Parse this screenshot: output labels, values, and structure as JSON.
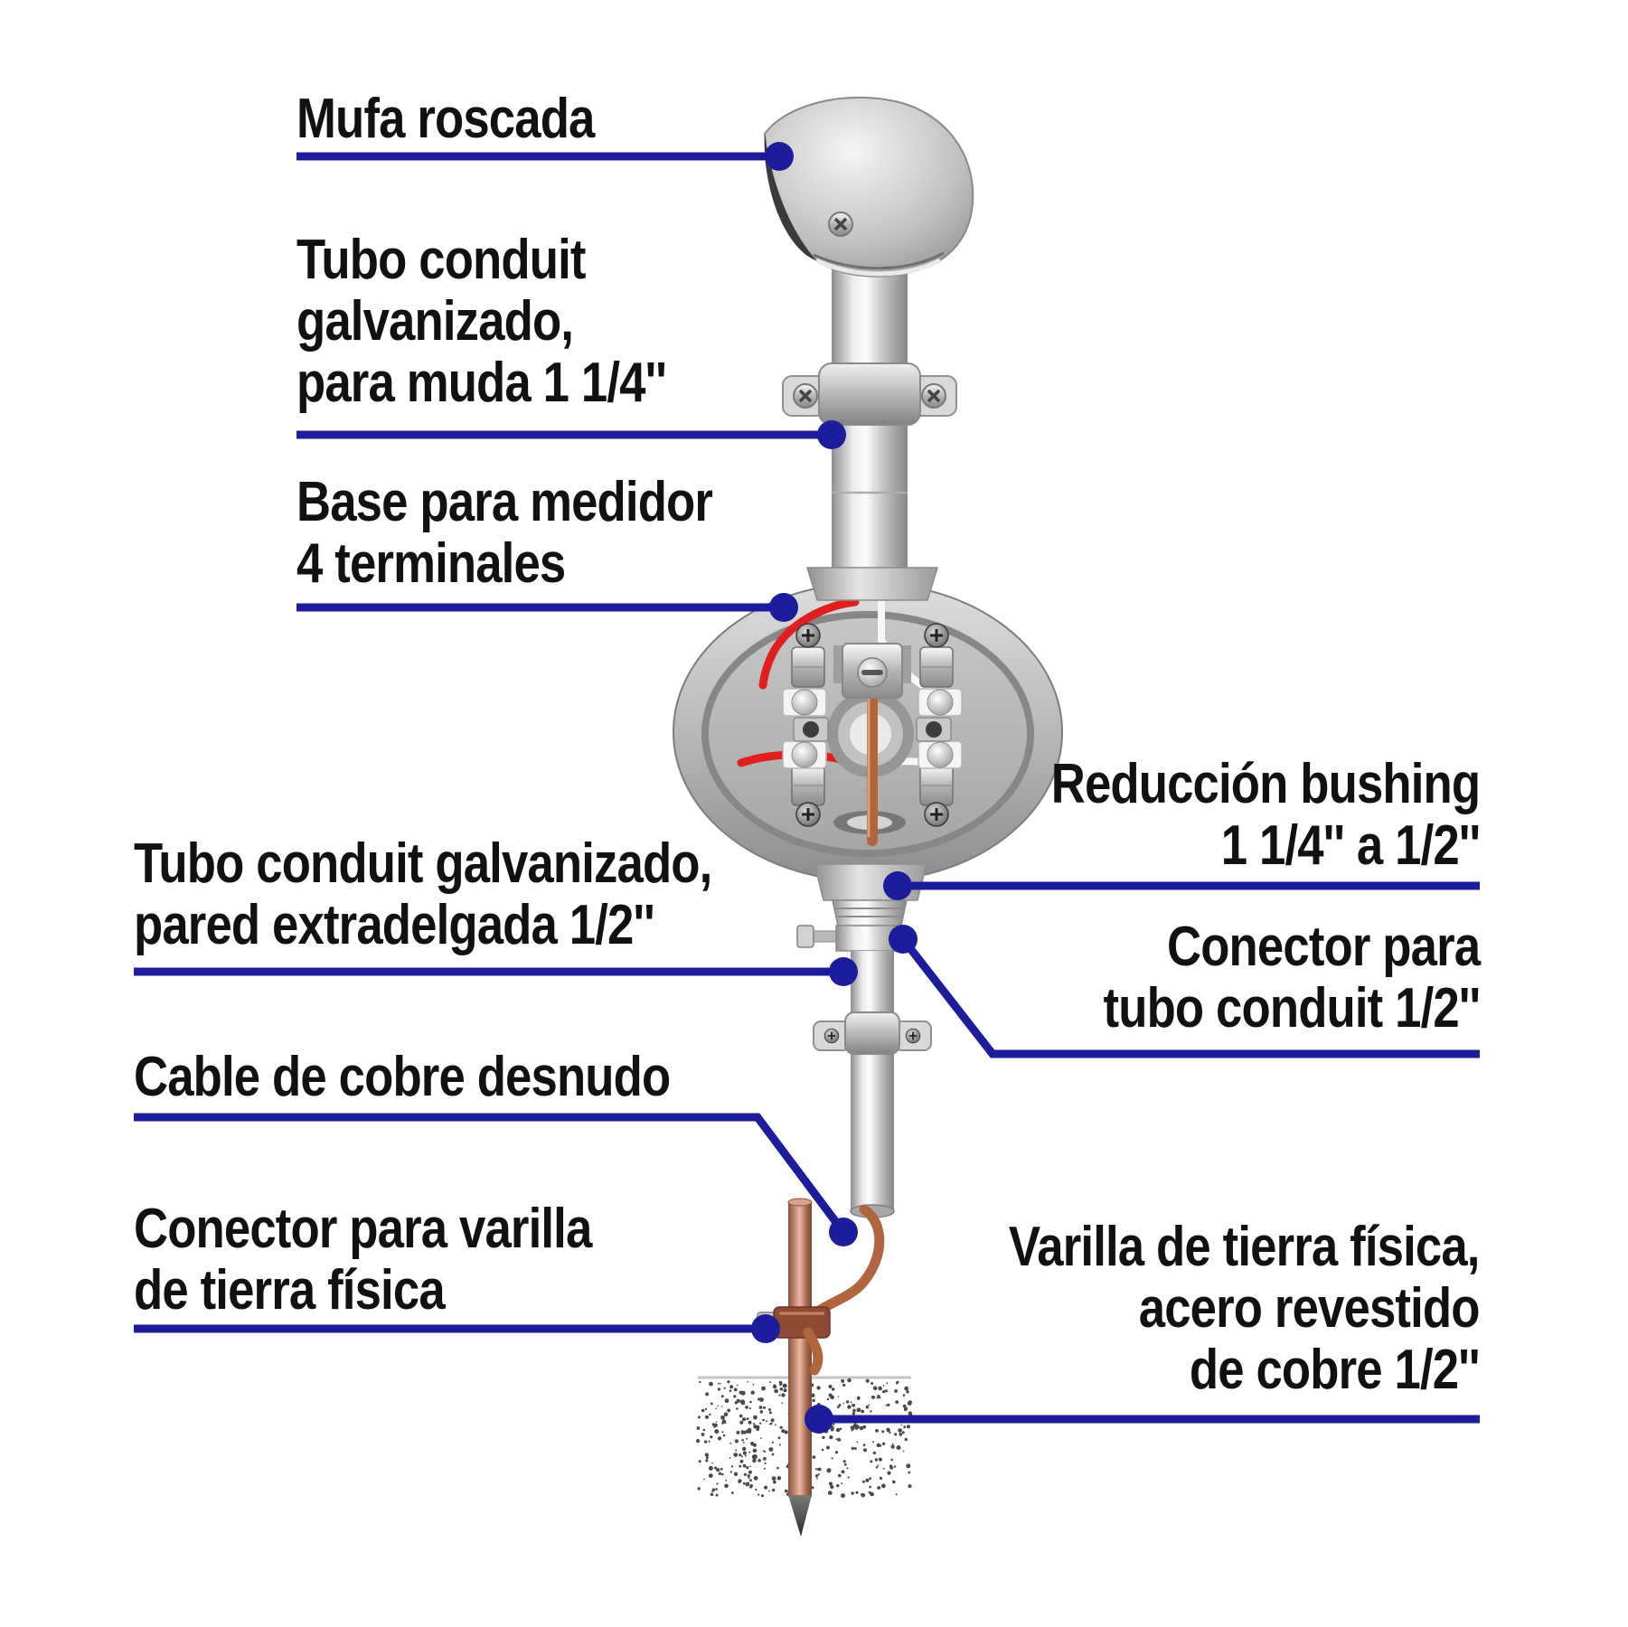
{
  "colors": {
    "leader": "#1c1c9c",
    "ink": "#111111",
    "background": "#ffffff",
    "metal_silver": "#c9c9c9",
    "copper_cable": "#b0653d",
    "rod_copper": "#c08870",
    "wire_red": "#e21f1f",
    "wire_white": "#f7f7f7"
  },
  "labels": {
    "mufa": {
      "lines": [
        "Mufa roscada"
      ]
    },
    "tubo_conduit_1_1_4": {
      "lines": [
        "Tubo conduit",
        "galvanizado,",
        "para muda 1 1/4''"
      ]
    },
    "base_medidor": {
      "lines": [
        "Base para medidor",
        "4 terminales"
      ]
    },
    "reduccion_bushing": {
      "lines": [
        "Reducción bushing",
        "1 1/4'' a 1/2''"
      ]
    },
    "tubo_conduit_1_2": {
      "lines": [
        "Tubo conduit galvanizado,",
        "pared extradelgada 1/2''"
      ]
    },
    "conector_tubo": {
      "lines": [
        "Conector para",
        "tubo conduit 1/2''"
      ]
    },
    "cable_cobre": {
      "lines": [
        "Cable de cobre desnudo"
      ]
    },
    "conector_varilla": {
      "lines": [
        "Conector para varilla",
        "de tierra física"
      ]
    },
    "varilla_tierra": {
      "lines": [
        "Varilla de tierra física,",
        "acero revestido",
        "de cobre 1/2''"
      ]
    }
  }
}
